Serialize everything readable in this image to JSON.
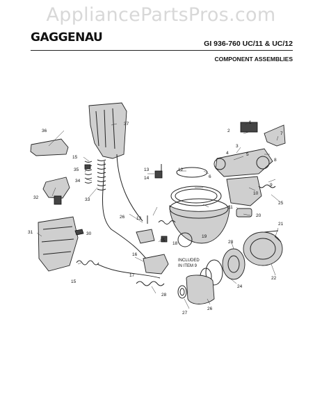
{
  "watermark": "AppliancePartsPros.com",
  "brand": "GAGGENAU",
  "model": "GI 936-760 UC/11 & UC/12",
  "subtitle": "COMPONENT ASSEMBLIES",
  "note": [
    "INCLUDED",
    "IN ITEM 9"
  ],
  "callouts": [
    {
      "id": "c1",
      "n": "1"
    },
    {
      "id": "c2",
      "n": "2"
    },
    {
      "id": "c3",
      "n": "3"
    },
    {
      "id": "c4",
      "n": "4"
    },
    {
      "id": "c5",
      "n": "5"
    },
    {
      "id": "c6",
      "n": "6"
    },
    {
      "id": "c7",
      "n": "7"
    },
    {
      "id": "c8",
      "n": "8"
    },
    {
      "id": "c9",
      "n": "9"
    },
    {
      "id": "c10",
      "n": "10"
    },
    {
      "id": "c11",
      "n": "11"
    },
    {
      "id": "c12",
      "n": "12"
    },
    {
      "id": "c13a",
      "n": "13"
    },
    {
      "id": "c13b",
      "n": "13"
    },
    {
      "id": "c14",
      "n": "14"
    },
    {
      "id": "c15a",
      "n": "15"
    },
    {
      "id": "c15b",
      "n": "15"
    },
    {
      "id": "c15c",
      "n": "15"
    },
    {
      "id": "c16",
      "n": "16"
    },
    {
      "id": "c17",
      "n": "17"
    },
    {
      "id": "c18",
      "n": "18"
    },
    {
      "id": "c19",
      "n": "19"
    },
    {
      "id": "c20",
      "n": "20"
    },
    {
      "id": "c21",
      "n": "21"
    },
    {
      "id": "c22",
      "n": "22"
    },
    {
      "id": "c23",
      "n": "23"
    },
    {
      "id": "c24",
      "n": "24"
    },
    {
      "id": "c25",
      "n": "25"
    },
    {
      "id": "c26a",
      "n": "26"
    },
    {
      "id": "c26b",
      "n": "26"
    },
    {
      "id": "c27",
      "n": "27"
    },
    {
      "id": "c28",
      "n": "28"
    },
    {
      "id": "c30",
      "n": "30"
    },
    {
      "id": "c31",
      "n": "31"
    },
    {
      "id": "c32",
      "n": "32"
    },
    {
      "id": "c33",
      "n": "33"
    },
    {
      "id": "c34",
      "n": "34"
    },
    {
      "id": "c35",
      "n": "35"
    },
    {
      "id": "c36",
      "n": "36"
    },
    {
      "id": "c37",
      "n": "37"
    }
  ]
}
